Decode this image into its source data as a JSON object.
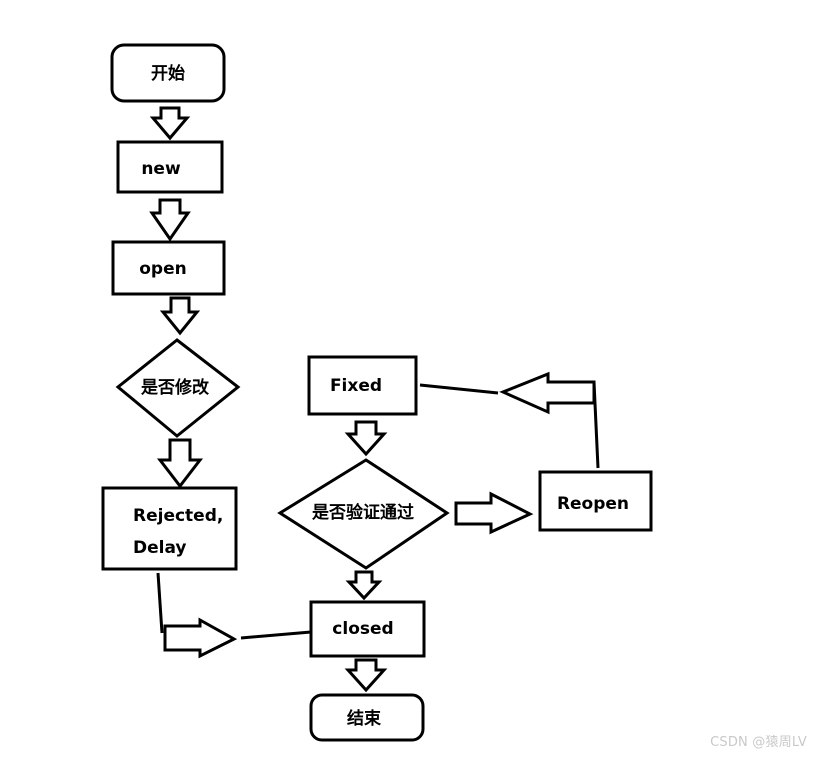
{
  "diagram": {
    "nodes": {
      "start": "开始",
      "new": "new",
      "open": "open",
      "modify_decision": "是否修改",
      "rejected_line1": "Rejected,",
      "rejected_line2": "Delay",
      "fixed": "Fixed",
      "verify_decision": "是否验证通过",
      "reopen": "Reopen",
      "closed": "closed",
      "end": "结束"
    }
  },
  "watermark": "CSDN @猿周LV",
  "colors": {
    "stroke": "#000000",
    "background": "#ffffff",
    "watermark": "#c9c9c9"
  }
}
